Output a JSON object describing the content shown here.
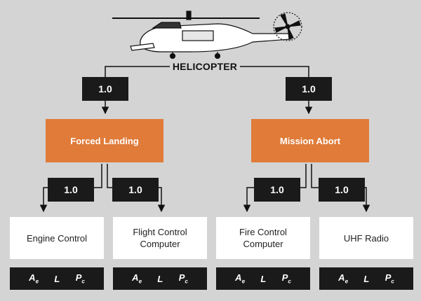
{
  "root": {
    "label": "HELICOPTER",
    "image": "apache-helicopter-icon"
  },
  "branch_weights": [
    "1.0",
    "1.0"
  ],
  "modes": [
    {
      "label": "Forced Landing",
      "weights": [
        "1.0",
        "1.0"
      ],
      "components": [
        "Engine Control",
        "Flight Control Computer"
      ]
    },
    {
      "label": "Mission Abort",
      "weights": [
        "1.0",
        "1.0"
      ],
      "components": [
        "Fire Control Computer",
        "UHF Radio"
      ]
    }
  ],
  "params": {
    "p1": "A",
    "p1_sub": "e",
    "p2": "L",
    "p3": "P",
    "p3_sub": "c"
  },
  "colors": {
    "mode_fill": "#e07b39",
    "weight_fill": "#1a1a1a",
    "background": "#d4d4d4"
  }
}
